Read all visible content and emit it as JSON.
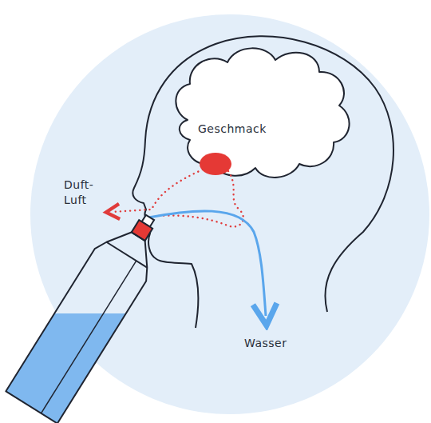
{
  "diagram": {
    "labels": [
      "Geschmack",
      "Duft- Luft",
      "Wasser"
    ]
  }
}
